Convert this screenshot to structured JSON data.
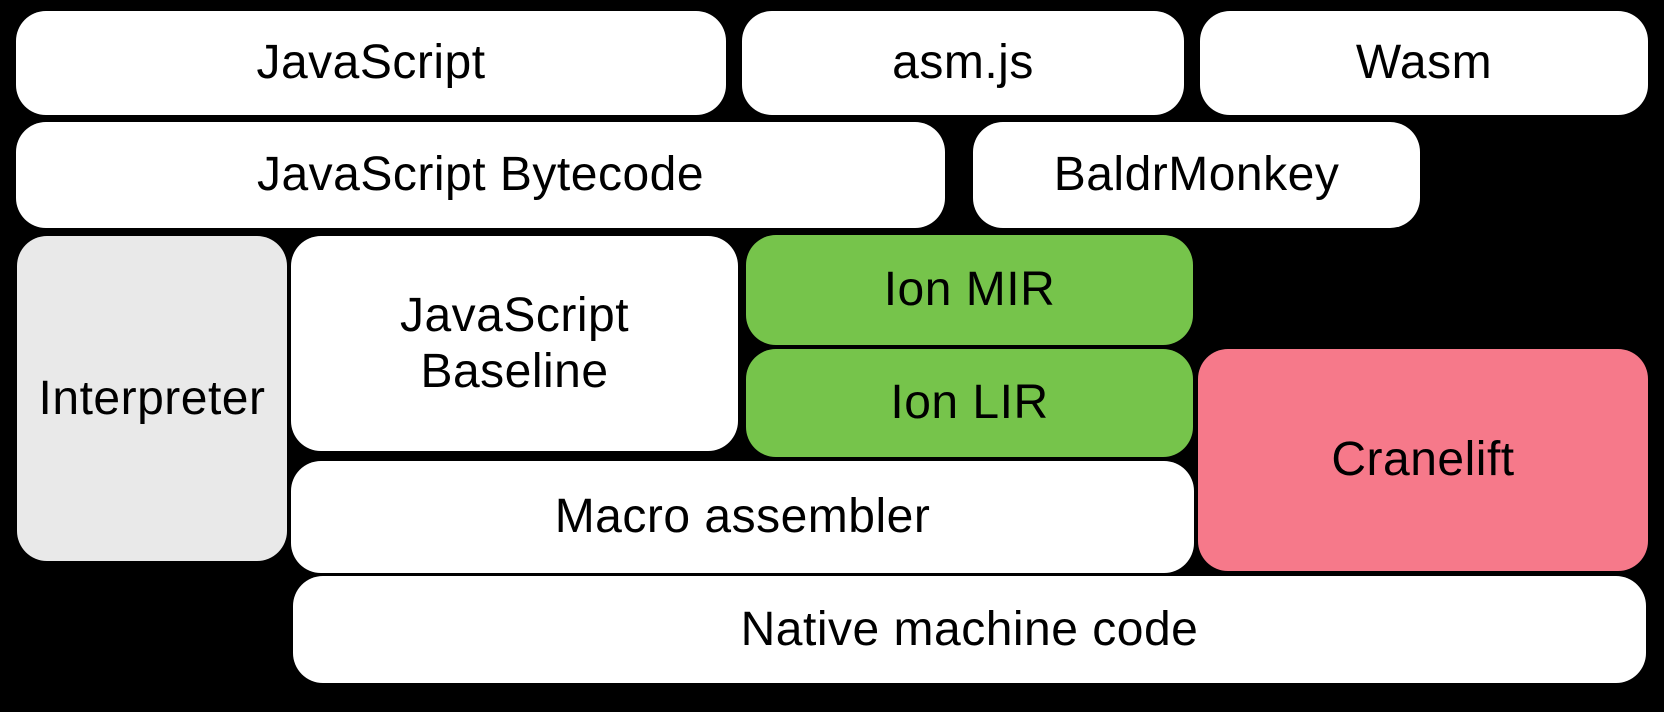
{
  "diagram": {
    "title": "SpiderMonkey compiler pipeline diagram",
    "background_color": "#000000",
    "text_color": "#000000",
    "colors": {
      "box_default": "#ffffff",
      "interpreter_gray": "#e9e9e9",
      "ion_green": "#76c44b",
      "cranelift_pink": "#f6798a"
    },
    "boxes": {
      "javascript": {
        "label": "JavaScript",
        "color": "#ffffff"
      },
      "asm_js": {
        "label": "asm.js",
        "color": "#ffffff"
      },
      "wasm": {
        "label": "Wasm",
        "color": "#ffffff"
      },
      "bytecode": {
        "label": "JavaScript Bytecode",
        "color": "#ffffff"
      },
      "baldrmonkey": {
        "label": "BaldrMonkey",
        "color": "#ffffff"
      },
      "interpreter": {
        "label": "Interpreter",
        "color": "#e9e9e9"
      },
      "baseline": {
        "label": "JavaScript\nBaseline",
        "color": "#ffffff"
      },
      "ion_mir": {
        "label": "Ion MIR",
        "color": "#76c44b"
      },
      "ion_lir": {
        "label": "Ion LIR",
        "color": "#76c44b"
      },
      "cranelift": {
        "label": "Cranelift",
        "color": "#f6798a"
      },
      "macro_assembler": {
        "label": "Macro assembler",
        "color": "#ffffff"
      },
      "native": {
        "label": "Native machine code",
        "color": "#ffffff"
      }
    }
  }
}
